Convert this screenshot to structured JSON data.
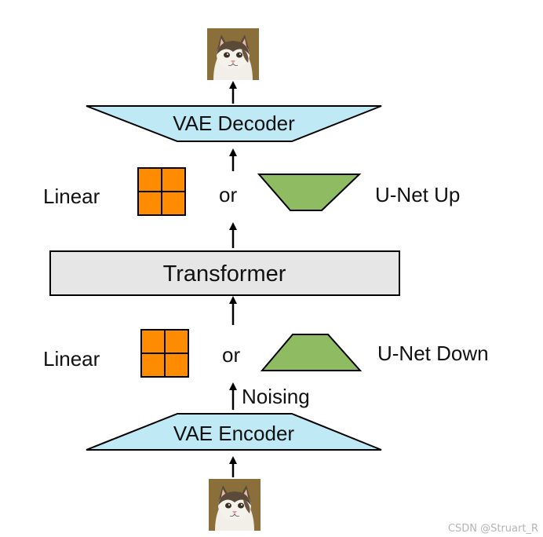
{
  "blocks": {
    "vae_decoder": "VAE Decoder",
    "vae_encoder": "VAE Encoder",
    "transformer": "Transformer"
  },
  "top_row": {
    "left_label": "Linear",
    "connector": "or",
    "right_label": "U-Net Up"
  },
  "bottom_row": {
    "left_label": "Linear",
    "connector": "or",
    "right_label": "U-Net Down"
  },
  "noising_label": "Noising",
  "watermark": "CSDN @Struart_R",
  "colors": {
    "vae_fill": "#bfe9f5",
    "transformer_fill": "#e6e6e6",
    "linear_fill": "#ff8c00",
    "unet_fill": "#8fbc63",
    "stroke": "#000000"
  },
  "images": {
    "output_image": "cat-photo",
    "input_image": "cat-photo"
  }
}
